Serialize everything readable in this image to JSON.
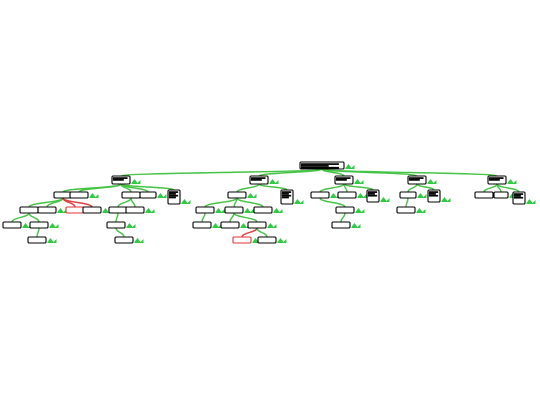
{
  "colors": {
    "edge": "#44c444",
    "edge_alert": "#e04040",
    "node_border": "#000000",
    "node_border_alert": "#e03030",
    "node_fill": "#ffffff",
    "marker": "#2ecc40"
  },
  "nodes": [
    {
      "id": "root",
      "lines": 3
    },
    {
      "id": "a1",
      "lines": 2
    },
    {
      "id": "a2",
      "lines": 2
    },
    {
      "id": "a3",
      "lines": 2
    },
    {
      "id": "a4",
      "lines": 2
    },
    {
      "id": "a5",
      "lines": 2
    },
    {
      "id": "b1",
      "lines": 0
    },
    {
      "id": "b2",
      "lines": 0
    },
    {
      "id": "b3",
      "lines": 0
    },
    {
      "id": "b4",
      "lines": 0
    },
    {
      "id": "b5",
      "lines": 4
    },
    {
      "id": "b6",
      "lines": 0
    },
    {
      "id": "b7",
      "lines": 4
    },
    {
      "id": "b8",
      "lines": 0
    },
    {
      "id": "b9",
      "lines": 0
    },
    {
      "id": "b10",
      "lines": 3
    },
    {
      "id": "b11",
      "lines": 0
    },
    {
      "id": "b12",
      "lines": 3
    },
    {
      "id": "b13",
      "lines": 0
    },
    {
      "id": "b14",
      "lines": 0
    },
    {
      "id": "b15",
      "lines": 3
    },
    {
      "id": "c1",
      "lines": 0
    },
    {
      "id": "c2",
      "lines": 0
    },
    {
      "id": "c3",
      "lines": 0,
      "alert": true
    },
    {
      "id": "c4",
      "lines": 0
    },
    {
      "id": "c5",
      "lines": 0
    },
    {
      "id": "c6",
      "lines": 0
    },
    {
      "id": "c7",
      "lines": 0
    },
    {
      "id": "c8",
      "lines": 0
    },
    {
      "id": "c9",
      "lines": 0
    },
    {
      "id": "c10",
      "lines": 0
    },
    {
      "id": "c11",
      "lines": 0
    },
    {
      "id": "d1",
      "lines": 0
    },
    {
      "id": "d2",
      "lines": 0
    },
    {
      "id": "d3",
      "lines": 0
    },
    {
      "id": "d4",
      "lines": 0
    },
    {
      "id": "d5",
      "lines": 0
    },
    {
      "id": "d6",
      "lines": 0
    },
    {
      "id": "d7",
      "lines": 0
    },
    {
      "id": "e1",
      "lines": 0
    },
    {
      "id": "e2",
      "lines": 0
    },
    {
      "id": "e3",
      "lines": 0,
      "alert": true
    },
    {
      "id": "e4",
      "lines": 0
    }
  ],
  "edges": [
    [
      "root",
      "a1"
    ],
    [
      "root",
      "a2"
    ],
    [
      "root",
      "a3"
    ],
    [
      "root",
      "a4"
    ],
    [
      "root",
      "a5"
    ],
    [
      "a1",
      "b1"
    ],
    [
      "a1",
      "b2"
    ],
    [
      "a1",
      "b3"
    ],
    [
      "a1",
      "b4"
    ],
    [
      "a1",
      "b5"
    ],
    [
      "a2",
      "b6"
    ],
    [
      "a2",
      "b7"
    ],
    [
      "a3",
      "b8"
    ],
    [
      "a3",
      "b9"
    ],
    [
      "a3",
      "b10"
    ],
    [
      "a4",
      "b11"
    ],
    [
      "a4",
      "b12"
    ],
    [
      "a5",
      "b13"
    ],
    [
      "a5",
      "b14"
    ],
    [
      "a5",
      "b15"
    ],
    [
      "b1",
      "c1"
    ],
    [
      "b1",
      "c2"
    ],
    [
      "b1",
      "c3",
      true
    ],
    [
      "b1",
      "c4",
      true
    ],
    [
      "b3",
      "c5"
    ],
    [
      "b3",
      "c6"
    ],
    [
      "b6",
      "c7"
    ],
    [
      "b6",
      "c8"
    ],
    [
      "b6",
      "c9"
    ],
    [
      "b8",
      "c10"
    ],
    [
      "b11",
      "c11"
    ],
    [
      "c1",
      "d1"
    ],
    [
      "c1",
      "d2"
    ],
    [
      "c5",
      "d3"
    ],
    [
      "c7",
      "d4"
    ],
    [
      "c8",
      "d5"
    ],
    [
      "c8",
      "d6"
    ],
    [
      "c10",
      "d7"
    ],
    [
      "d2",
      "e1"
    ],
    [
      "d3",
      "e2"
    ],
    [
      "d6",
      "e3",
      true
    ],
    [
      "d6",
      "e4"
    ]
  ]
}
